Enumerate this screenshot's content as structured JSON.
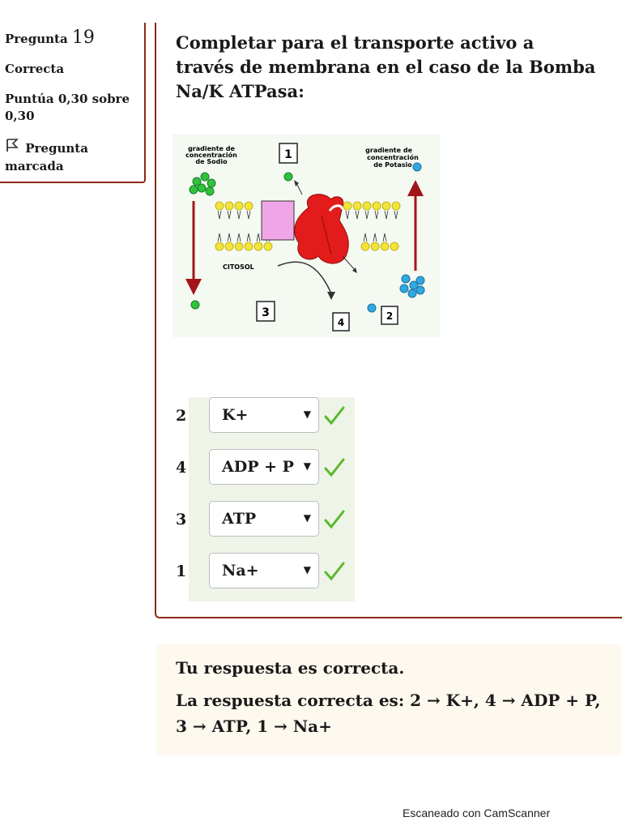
{
  "info": {
    "question_label": "Pregunta",
    "question_number": "19",
    "status": "Correcta",
    "score": "Puntúa 0,30 sobre 0,30",
    "flag_text": "Pregunta marcada"
  },
  "question": {
    "text": "Completar para el transporte activo a través de membrana en el caso de la Bomba Na/K ATPasa:"
  },
  "diagram": {
    "label_sodium": [
      "gradiente de",
      "concentración",
      "de Sodio"
    ],
    "label_potassium": [
      "gradiente de",
      "concentración",
      "de Potasio"
    ],
    "label_cytosol": "CITOSOL",
    "box_1": "1",
    "box_2": "2",
    "box_3": "3",
    "box_4": "4"
  },
  "answers": [
    {
      "number": "2",
      "value": "K+"
    },
    {
      "number": "4",
      "value": "ADP + P"
    },
    {
      "number": "3",
      "value": "ATP"
    },
    {
      "number": "1",
      "value": "Na+"
    }
  ],
  "feedback": {
    "title": "Tu respuesta es correcta.",
    "answer_text": "La respuesta correcta es: 2 → K+, 4 → ADP + P, 3 → ATP, 1 → Na+"
  },
  "footer": {
    "scanner": "Escaneado con CamScanner"
  },
  "colors": {
    "border": "#8a2a12",
    "check": "#5cb82e",
    "pump": "#e31b1b",
    "channel": "#f0a6e6"
  }
}
